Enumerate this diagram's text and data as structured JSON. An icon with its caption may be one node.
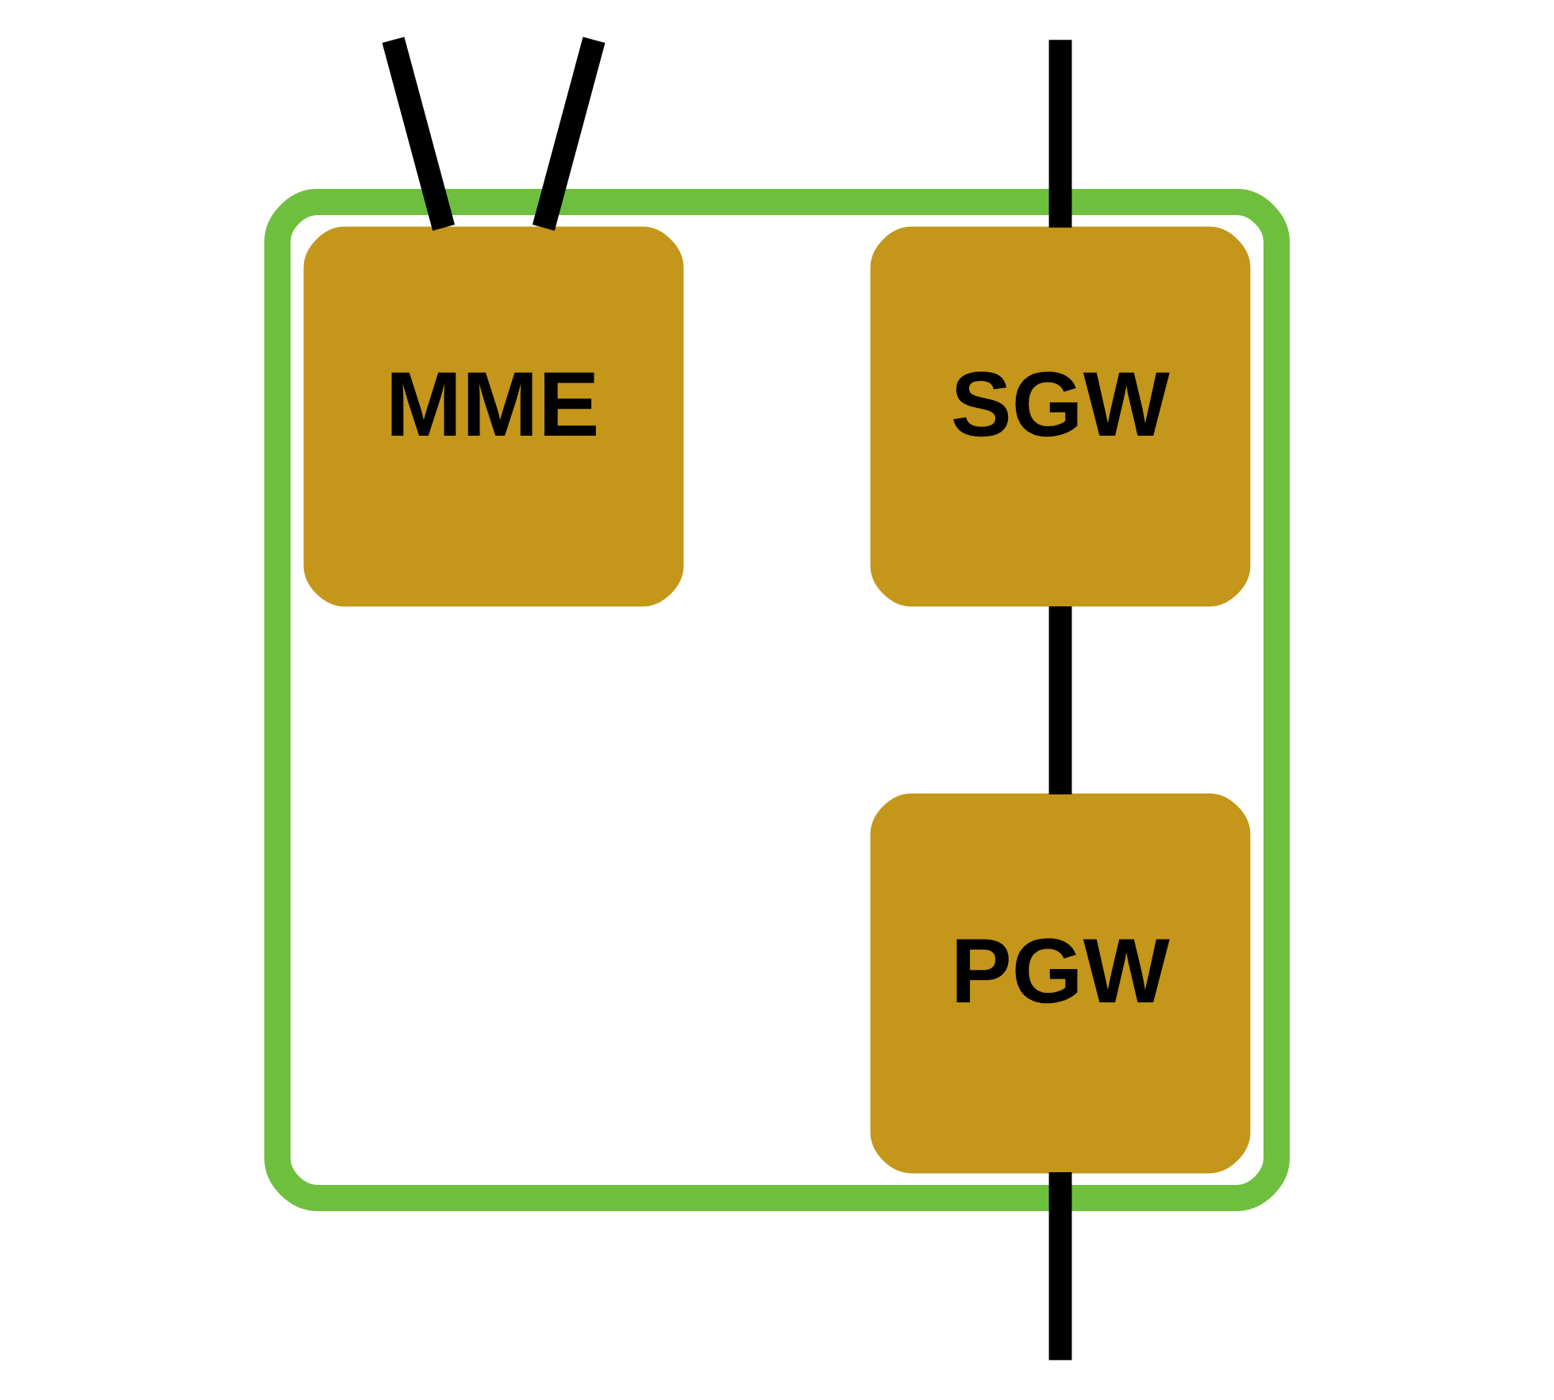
{
  "diagram": {
    "nodes": [
      {
        "text": [],
        "shape": "box"
      },
      {
        "text": [
          "MME"
        ],
        "in": 0
      },
      {
        "text": [
          "SGW"
        ],
        "in": 0
      },
      {
        "text": [
          "PGW"
        ],
        "in": 0
      }
    ],
    "edges": [
      {
        "from": null,
        "to": 1,
        "arrow": "none"
      },
      {
        "from": null,
        "to": 1,
        "arrow": "none"
      },
      {
        "from": null,
        "to": 2,
        "arrow": "none"
      },
      {
        "from": 2,
        "to": 3,
        "arrow": "none"
      },
      {
        "from": 3,
        "to": null,
        "arrow": "none"
      }
    ]
  }
}
